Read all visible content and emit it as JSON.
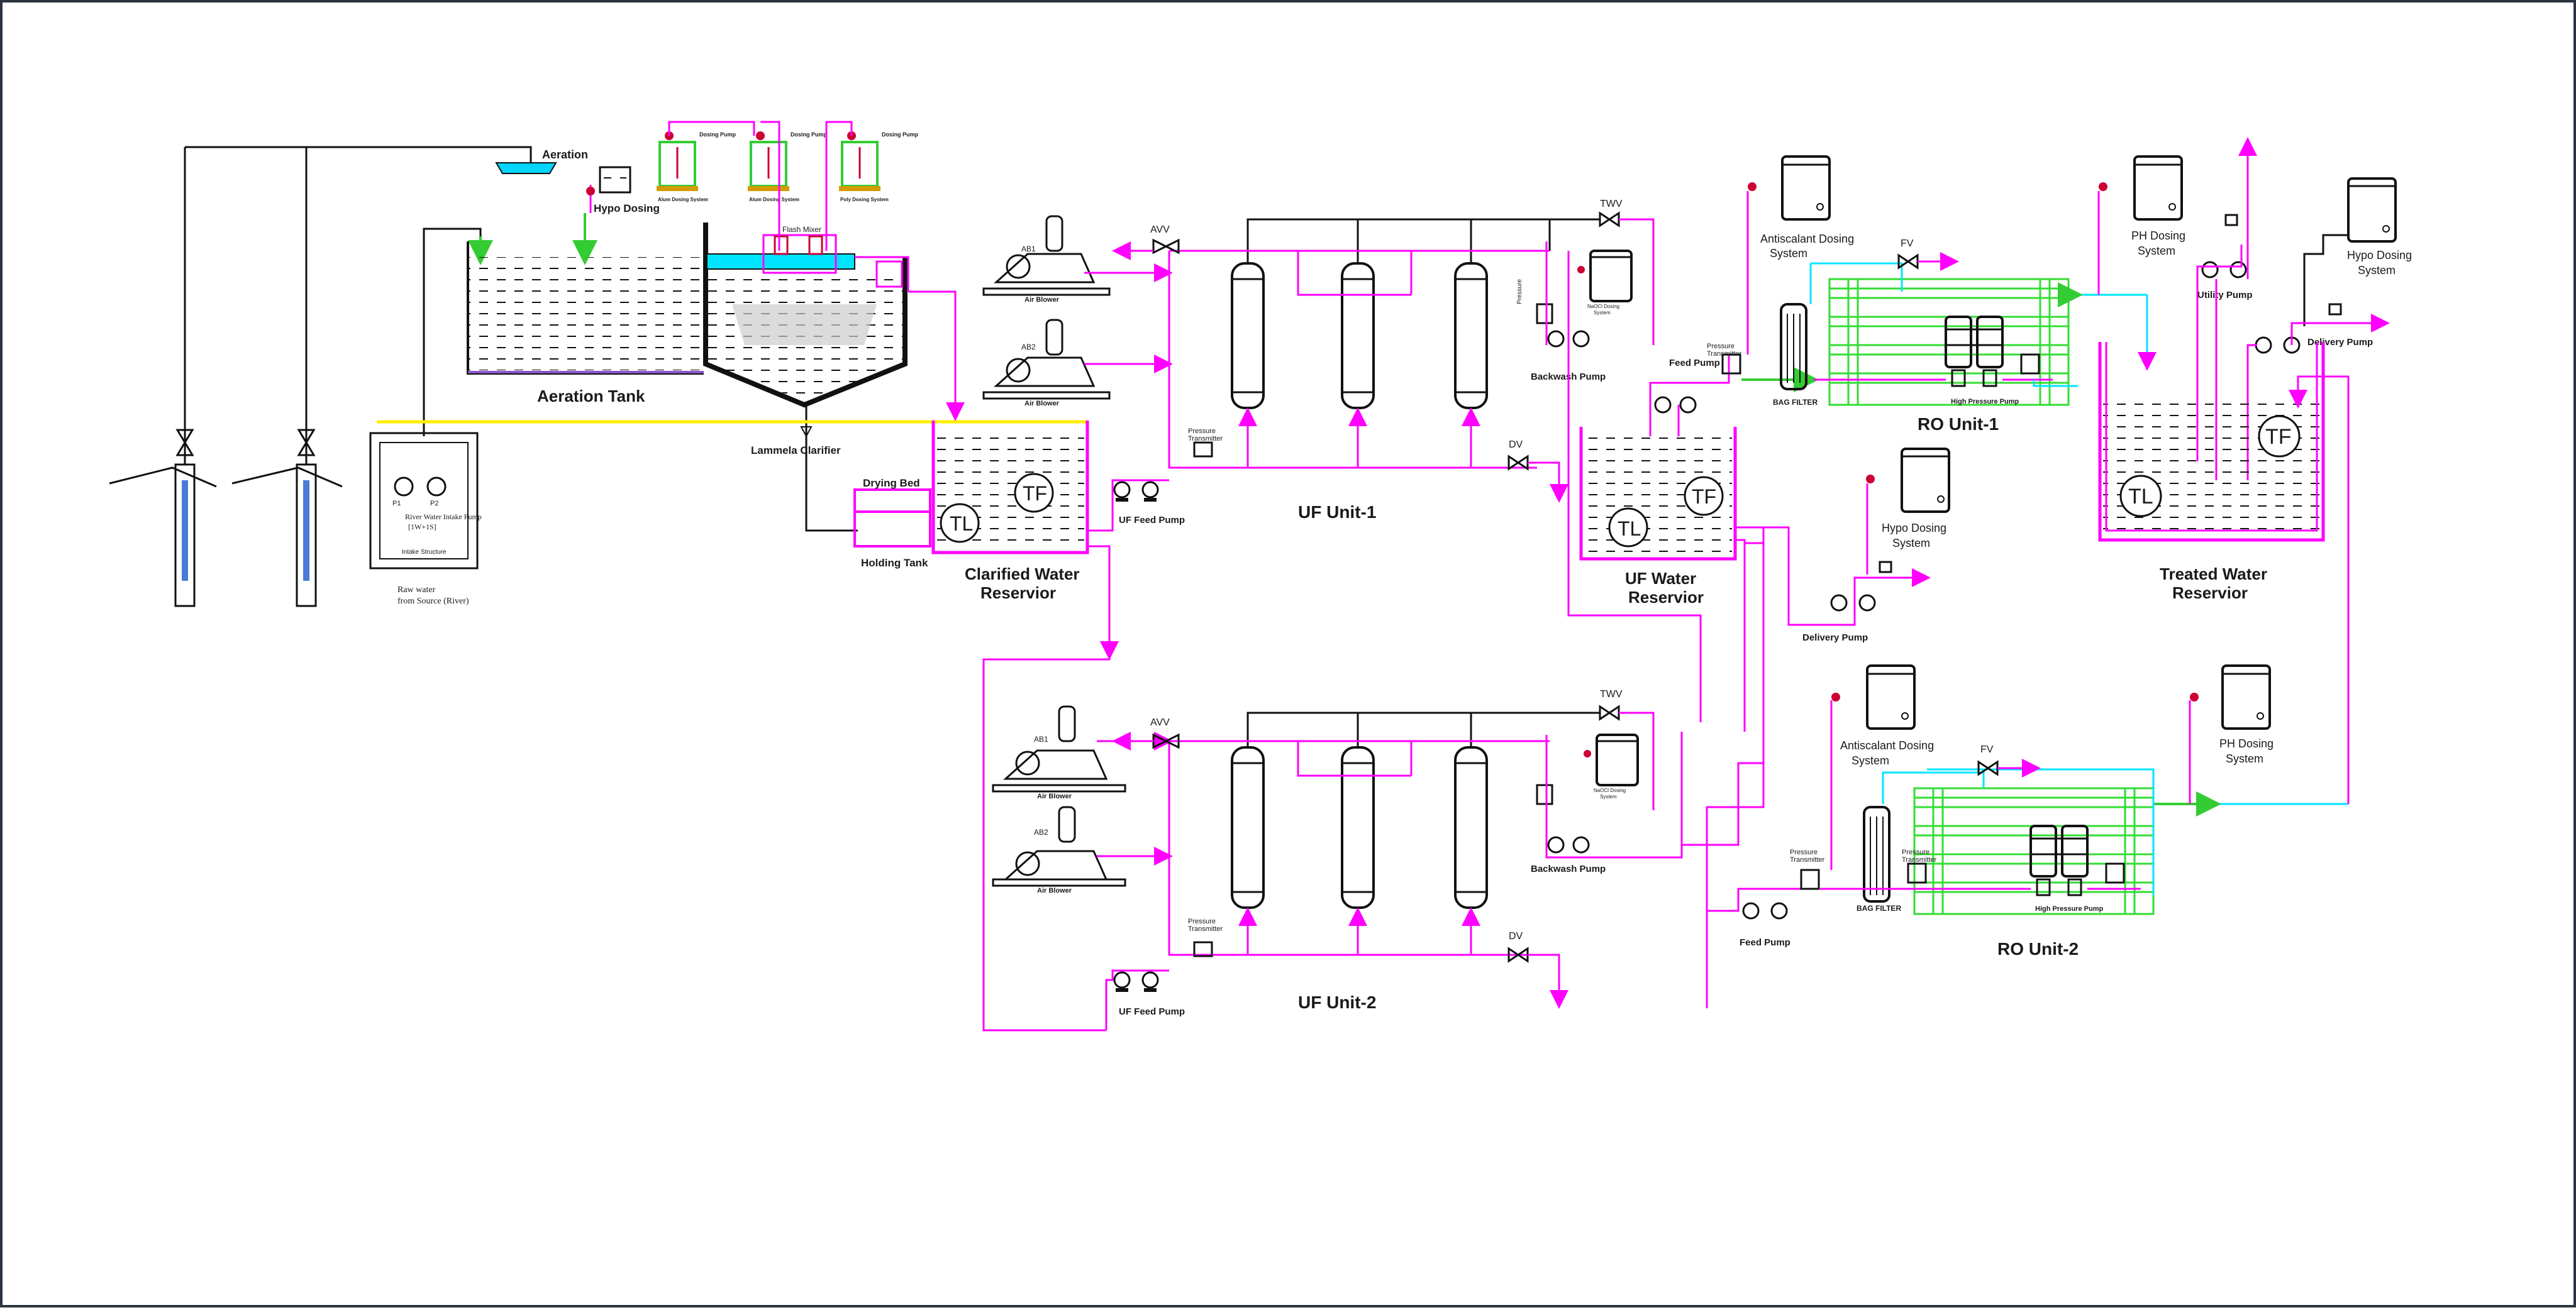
{
  "labels": {
    "aeration": "Aeration",
    "hypo_dosing_top": "Hypo Dosing",
    "aeration_tank": "Aeration Tank",
    "lammela_clarifier": "Lammela Clarifier",
    "flash_mixer": "Flash Mixer",
    "dosing_pump": "Dosing Pump",
    "alum_dosing": "Alum Dosing System",
    "poly_dosing": "Poly Dosing System",
    "raw_water_intake": "River Water Intake Pump",
    "intake_tag": "[1W+1S]",
    "intake_structure": "Intake Structure",
    "p1": "P1",
    "p2": "P2",
    "raw_water_line1": "Raw water",
    "raw_water_line2": "from Source (River)",
    "drying_bed": "Drying Bed",
    "holding_tank": "Holding Tank",
    "clarified_res_1": "Clarified Water",
    "clarified_res_2": "Reservior",
    "ab1": "AB1",
    "ab2": "AB2",
    "air_blower": "Air Blower",
    "avv": "AVV",
    "twv": "TWV",
    "dv": "DV",
    "fv": "FV",
    "pressure_transmitter_1": "Pressure",
    "pressure_transmitter_2": "Transmitter",
    "uf_feed_pump": "UF Feed Pump",
    "uf_unit_1": "UF Unit-1",
    "uf_unit_2": "UF Unit-2",
    "backwash_pump": "Backwash Pump",
    "naocl_dosing_1": "NaOCl Dosing",
    "naocl_dosing_2": "System",
    "uf_res_1": "UF Water",
    "uf_res_2": "Reservior",
    "feed_pump": "Feed Pump",
    "bag_filter": "BAG FILTER",
    "high_pressure_pump": "High Pressure Pump",
    "ro_unit_1": "RO Unit-1",
    "ro_unit_2": "RO Unit-2",
    "antiscalant_1": "Antiscalant Dosing",
    "antiscalant_2": "System",
    "hypo_dosing_1": "Hypo Dosing",
    "hypo_dosing_2": "System",
    "ph_dosing_1": "PH Dosing",
    "ph_dosing_2": "System",
    "delivery_pump": "Delivery Pump",
    "utility_pump": "Utility Pump",
    "treated_res_1": "Treated Water",
    "treated_res_2": "Reservior",
    "tl": "TL",
    "tf": "TF"
  },
  "colors": {
    "process_line": "#ff00ff",
    "air_line": "#111111",
    "ro_frame": "#33dd33",
    "permeate": "#00e5ff",
    "sludge": "#ffee00",
    "dosing_green": "#33cc33"
  }
}
